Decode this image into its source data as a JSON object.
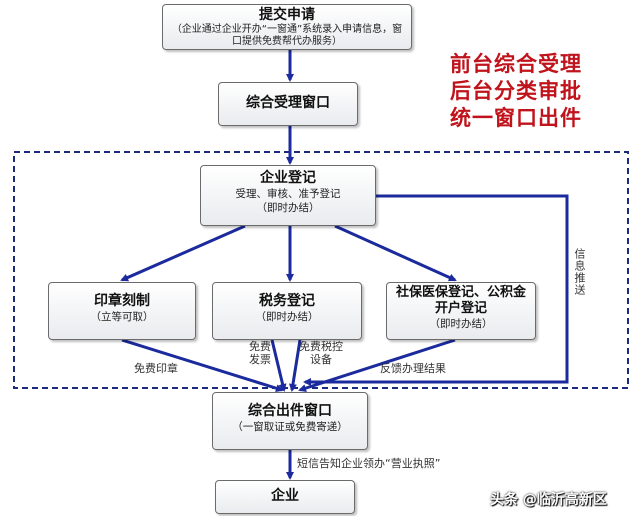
{
  "side_text": [
    "前台综合受理",
    "后台分类审批",
    "统一窗口出件"
  ],
  "boxes": {
    "submit": {
      "title": "提交申请",
      "sub": "（企业通过企业开办“一窗通”系统录入申请信息，窗口提供免费帮代办服务）"
    },
    "accept": {
      "title": "综合受理窗口"
    },
    "register": {
      "title": "企业登记",
      "sub1": "受理、审核、准予登记",
      "sub2": "（即时办结）"
    },
    "seal": {
      "title": "印章刻制",
      "sub": "（立等可取）"
    },
    "tax": {
      "title": "税务登记",
      "sub": "（即时办结）"
    },
    "social": {
      "title": "社保医保登记、公积金开户登记",
      "sub": "（即时办结）"
    },
    "output": {
      "title": "综合出件窗口",
      "sub": "（一窗取证或免费寄递）"
    },
    "enterprise": {
      "title": "企业"
    }
  },
  "labels": {
    "info_push": "信息推送",
    "free_seal": "免费印章",
    "free_invoice": "免费发票",
    "free_tax_device": "免费税控设备",
    "feedback": "反馈办理结果",
    "sms": "短信告知企业领办“营业执照”"
  },
  "watermark": "头条 @临沂高新区",
  "colors": {
    "arrow": "#1b2a9c",
    "dashed": "#1b2a7a",
    "side_text": "#c0131b"
  }
}
